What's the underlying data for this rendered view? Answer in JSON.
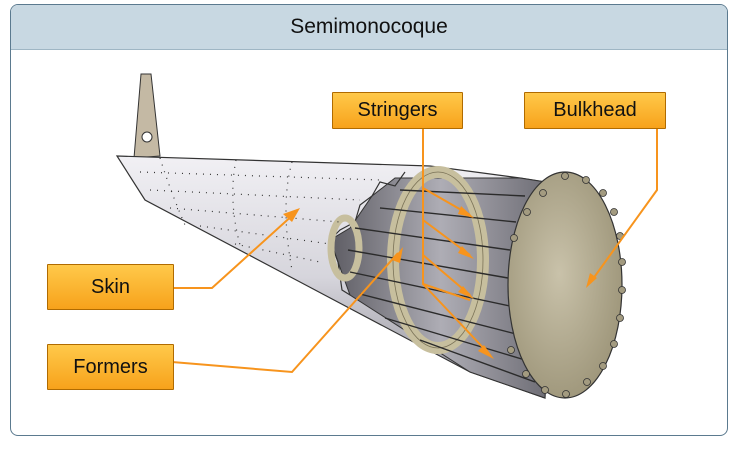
{
  "diagram": {
    "title": "Semimonocoque",
    "labels": {
      "skin": "Skin",
      "formers": "Formers",
      "stringers": "Stringers",
      "bulkhead": "Bulkhead"
    }
  },
  "colors": {
    "callout_fill": "#fbb42b",
    "leader_line": "#f7941d",
    "title_bar": "#c8d8e2",
    "bulkhead": "#b9b198",
    "skin": "#d7d6dd"
  }
}
